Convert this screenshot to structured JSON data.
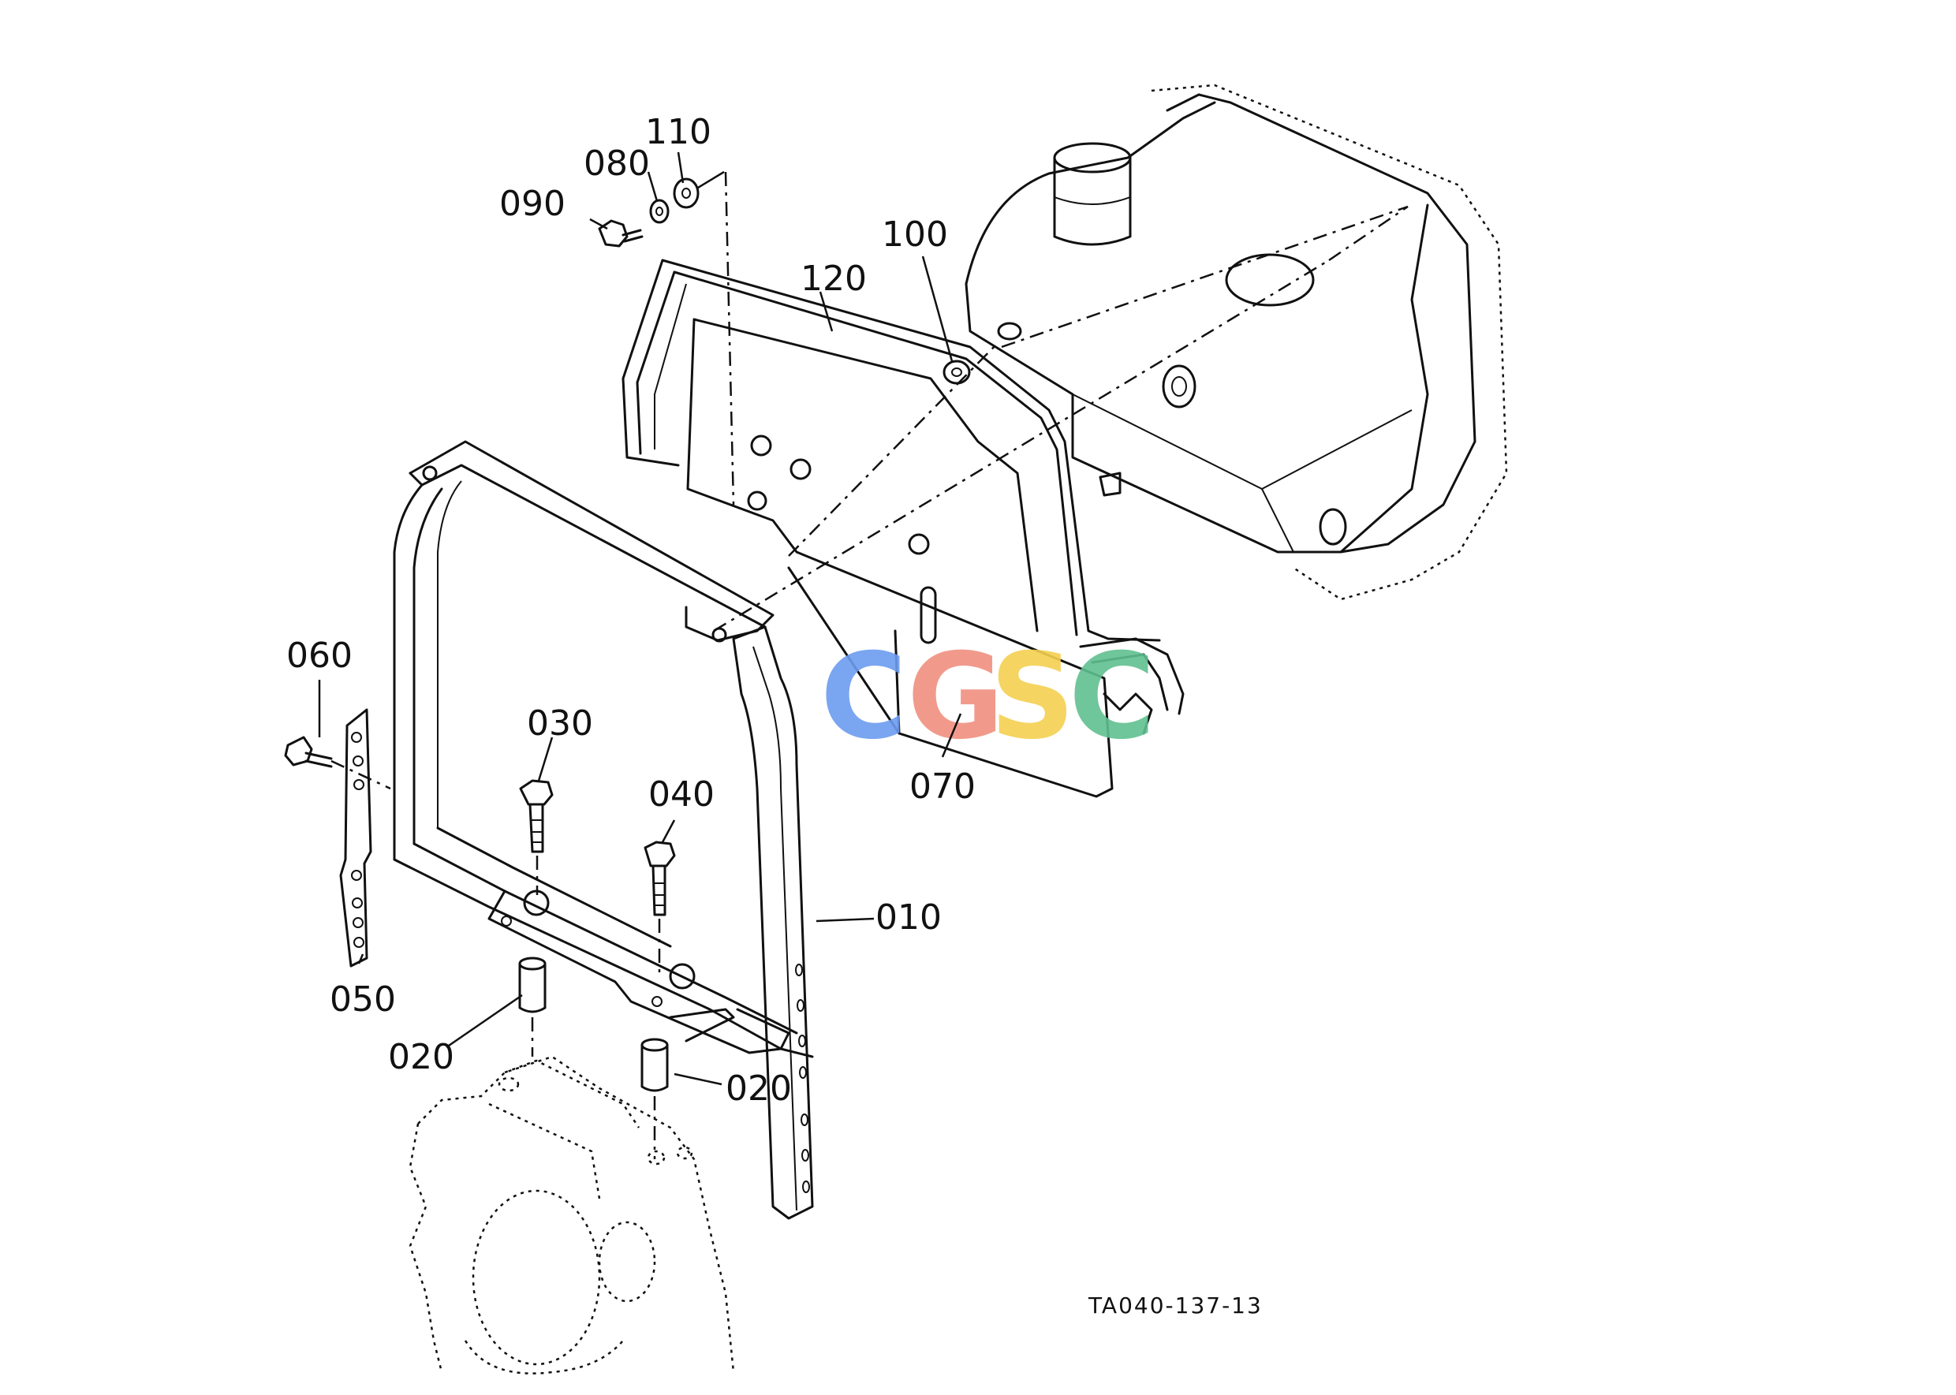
{
  "diagram": {
    "callouts": [
      {
        "id": "110",
        "text": "110"
      },
      {
        "id": "080",
        "text": "080"
      },
      {
        "id": "090",
        "text": "090"
      },
      {
        "id": "100",
        "text": "100"
      },
      {
        "id": "120",
        "text": "120"
      },
      {
        "id": "060",
        "text": "060"
      },
      {
        "id": "030",
        "text": "030"
      },
      {
        "id": "040",
        "text": "040"
      },
      {
        "id": "070",
        "text": "070"
      },
      {
        "id": "010",
        "text": "010"
      },
      {
        "id": "050",
        "text": "050"
      },
      {
        "id": "020a",
        "text": "020"
      },
      {
        "id": "020b",
        "text": "020"
      }
    ],
    "drawing_code": "TA040-137-13",
    "watermark": {
      "letters": [
        "C",
        "G",
        "S",
        "C"
      ],
      "colors": [
        "#6c9cf0",
        "#f09080",
        "#f5d050",
        "#60c090"
      ]
    }
  }
}
